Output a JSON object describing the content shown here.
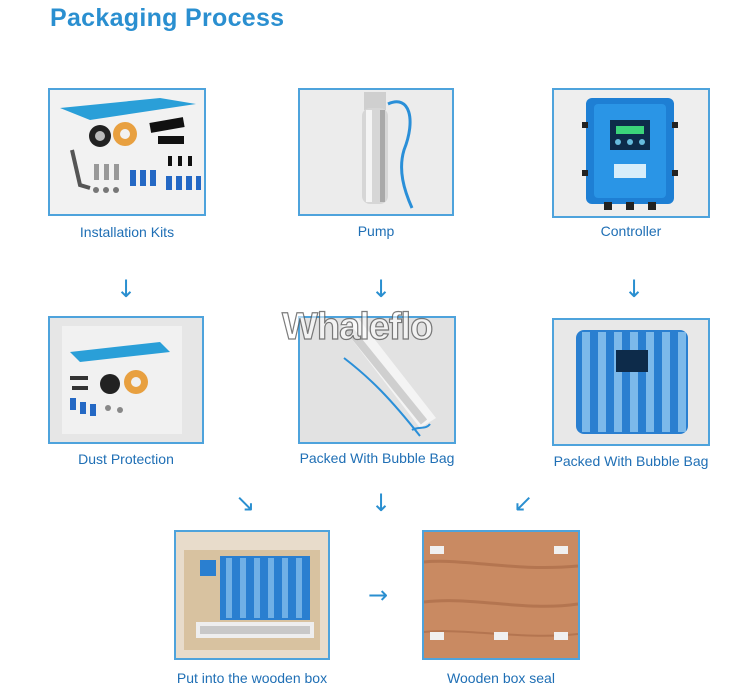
{
  "page": {
    "title": "Packaging Process",
    "watermark": "Whaleflo"
  },
  "items": [
    {
      "caption": "Installation Kits"
    },
    {
      "caption": "Pump"
    },
    {
      "caption": "Controller"
    },
    {
      "caption": "Dust Protection"
    },
    {
      "caption": "Packed With Bubble Bag"
    },
    {
      "caption": "Packed With Bubble Bag"
    },
    {
      "caption": "Put into the wooden box"
    },
    {
      "caption": "Wooden box seal"
    }
  ],
  "arrows": {
    "down": "↓",
    "down_right": "↘",
    "down_left": "↙",
    "right": "→"
  },
  "colors": {
    "accent": "#2a8fd0",
    "caption": "#1f6fb5",
    "frame": "#4ea3dc",
    "controller": "#1e7fd4",
    "wood": "#c98a62"
  }
}
